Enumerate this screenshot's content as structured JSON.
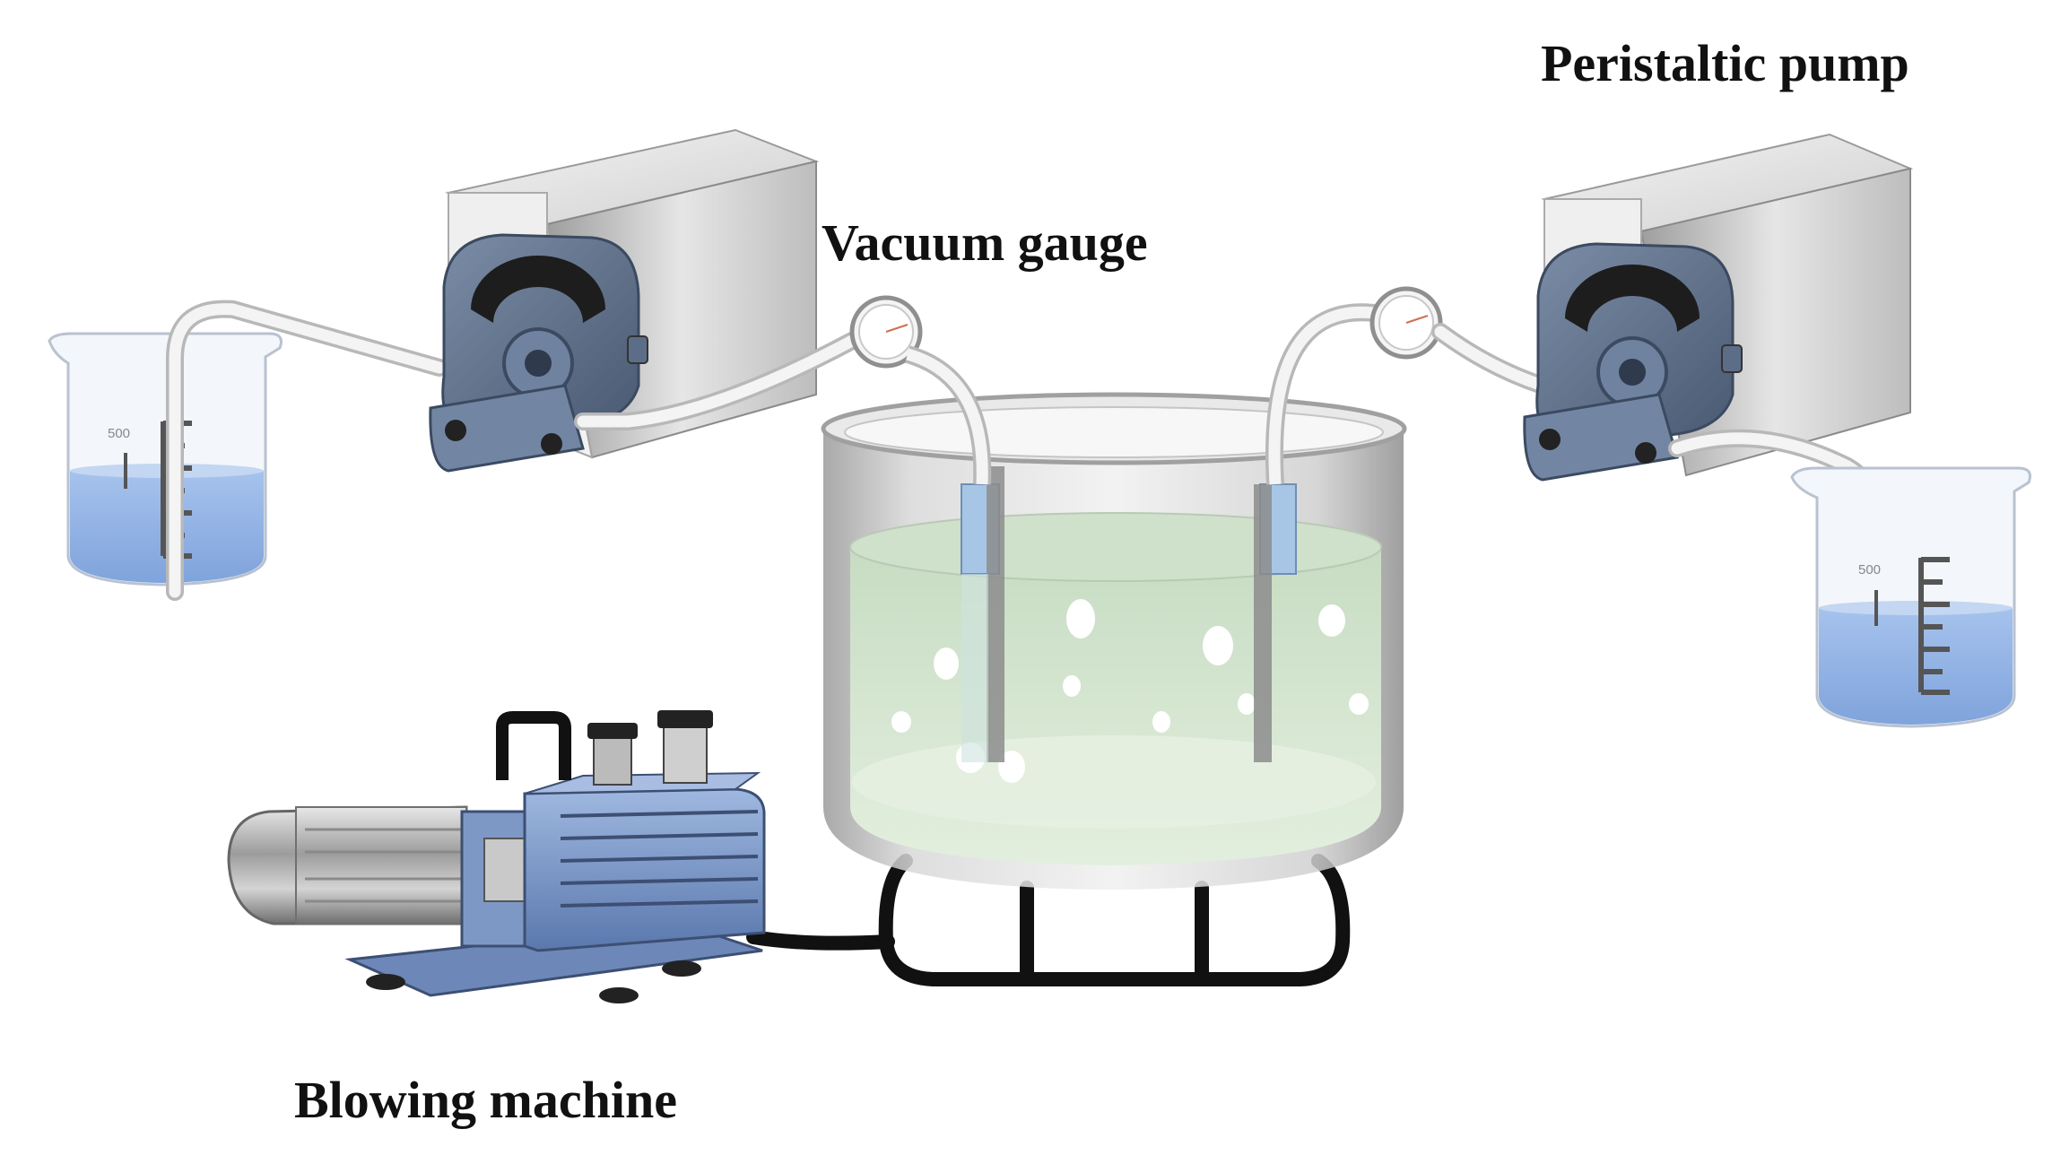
{
  "labels": {
    "peristaltic_pump": "Peristaltic pump",
    "vacuum_gauge": "Vacuum gauge",
    "blowing_machine": "Blowing machine"
  },
  "beakers": {
    "left_mark": "500",
    "right_mark": "500"
  },
  "colors": {
    "liquid_blue": "#8fb3e6",
    "reactor_liquid": "#d9ead6",
    "pump_head": "#5d6f8a",
    "vacuum_pump_blue": "#6f8fc6",
    "pump_body": "#e9e9e9"
  }
}
